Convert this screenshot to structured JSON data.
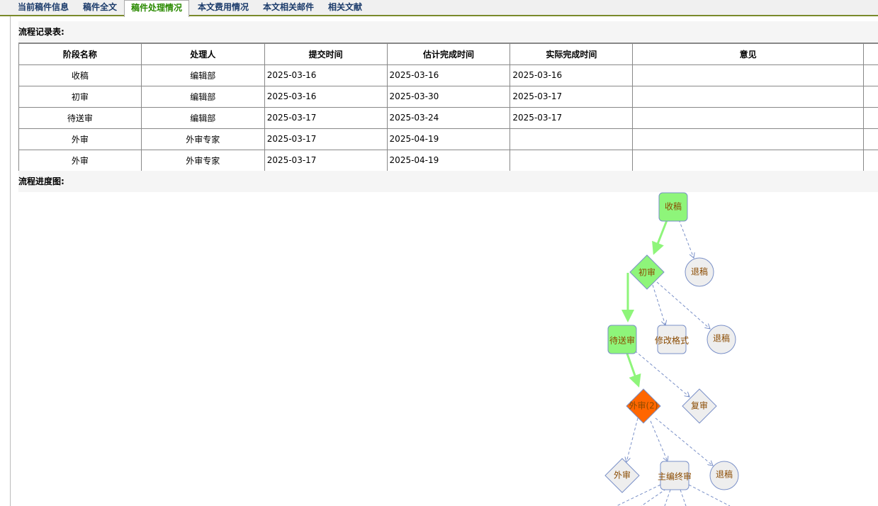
{
  "tabs": [
    "当前稿件信息",
    "稿件全文",
    "稿件处理情况",
    "本文费用情况",
    "本文相关邮件",
    "相关文献"
  ],
  "active_tab": 2,
  "record_title": "流程记录表:",
  "columns": [
    "阶段名称",
    "处理人",
    "提交时间",
    "估计完成时间",
    "实际完成时间",
    "意见",
    ""
  ],
  "rows": [
    [
      "收稿",
      "编辑部",
      "2025-03-16",
      "2025-03-16",
      "2025-03-16",
      "",
      ""
    ],
    [
      "初审",
      "编辑部",
      "2025-03-16",
      "2025-03-30",
      "2025-03-17",
      "",
      ""
    ],
    [
      "待送审",
      "编辑部",
      "2025-03-17",
      "2025-03-24",
      "2025-03-17",
      "",
      ""
    ],
    [
      "外审",
      "外审专家",
      "2025-03-17",
      "2025-04-19",
      "",
      "",
      ""
    ],
    [
      "外审",
      "外审专家",
      "2025-03-17",
      "2025-04-19",
      "",
      "",
      ""
    ]
  ],
  "diagram_title": "流程进度图:",
  "nodes": {
    "n1": "收稿",
    "n2": "退稿",
    "n3": "初审",
    "n4": "待送审",
    "n5": "修改格式",
    "n6": "退稿",
    "n7": "外审(2)",
    "n8": "复审",
    "n9": "外审",
    "n10": "主编终审",
    "n11": "退稿"
  },
  "colors": {
    "done": "#8ef57a",
    "current": "#ff6600",
    "pending": "#eeeeee",
    "border": "#7a90c8"
  }
}
